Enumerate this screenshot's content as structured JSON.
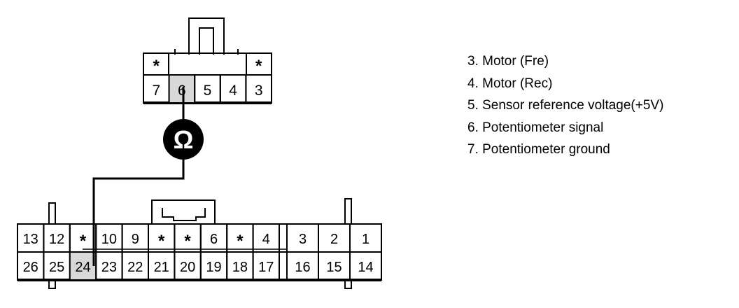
{
  "upper_connector": {
    "pins": [
      "7",
      "6",
      "5",
      "4",
      "3"
    ],
    "upper_marks": [
      "*",
      "",
      "",
      "",
      "*"
    ],
    "probed_pin": "6"
  },
  "meter": {
    "symbol": "Ω"
  },
  "lower_connector": {
    "top_row": [
      "13",
      "12",
      "*",
      "10",
      "9",
      "*",
      "*",
      "6",
      "*",
      "4",
      "3",
      "2",
      "1"
    ],
    "bottom_row": [
      "26",
      "25",
      "24",
      "23",
      "22",
      "21",
      "20",
      "19",
      "18",
      "17",
      "16",
      "15",
      "14"
    ],
    "probed_pin": "24"
  },
  "legend": [
    "3. Motor (Fre)",
    "4. Motor (Rec)",
    "5. Sensor reference voltage(+5V)",
    "6. Potentiometer signal",
    "7. Potentiometer ground"
  ]
}
